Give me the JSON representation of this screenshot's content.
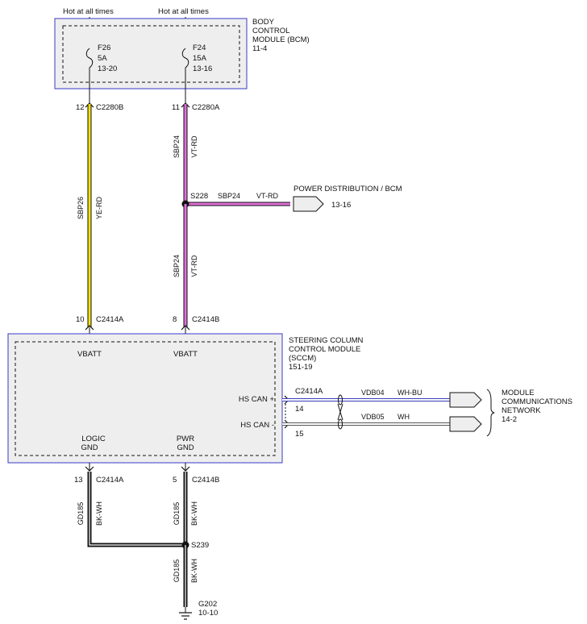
{
  "colors": {
    "frame_border": "#3a3ac8",
    "module_fill": "#eeeeee",
    "wire_yellow": "#f2e010",
    "wire_violet": "#e070d8",
    "wire_white": "#ffffff",
    "wire_black": "#111111",
    "wire_blue": "#3a3ab8"
  },
  "top_labels": [
    "Hot at all times",
    "Hot at all times"
  ],
  "bcm": {
    "name_lines": [
      "BODY",
      "CONTROL",
      "MODULE (BCM)",
      "11-4"
    ],
    "fuses": [
      {
        "id": "F26",
        "amps": "5A",
        "ref": "13-20"
      },
      {
        "id": "F24",
        "amps": "15A",
        "ref": "13-16"
      }
    ]
  },
  "connectors": {
    "bcm_left": {
      "pin": "12",
      "name": "C2280B"
    },
    "bcm_right": {
      "pin": "11",
      "name": "C2280A"
    },
    "sccm_left": {
      "pin": "10",
      "name": "C2414A"
    },
    "sccm_right": {
      "pin": "8",
      "name": "C2414B"
    },
    "gnd_left": {
      "pin": "13",
      "name": "C2414A"
    },
    "gnd_right": {
      "pin": "5",
      "name": "C2414B"
    },
    "can": {
      "name": "C2414A",
      "pin_plus": "14",
      "pin_minus": "15"
    }
  },
  "wires": {
    "sbp26": {
      "circuit": "SBP26",
      "color": "YE-RD"
    },
    "sbp24_upper": {
      "circuit": "SBP24",
      "color": "VT-RD"
    },
    "sbp24_branch": {
      "circuit": "SBP24",
      "color": "VT-RD"
    },
    "sbp24_lower": {
      "circuit": "SBP24",
      "color": "VT-RD"
    },
    "gd185_left": {
      "circuit": "GD185",
      "color": "BK-WH"
    },
    "gd185_right": {
      "circuit": "GD185",
      "color": "BK-WH"
    },
    "gd185_lower": {
      "circuit": "GD185",
      "color": "BK-WH"
    },
    "vdb04": {
      "circuit": "VDB04",
      "color": "WH-BU"
    },
    "vdb05": {
      "circuit": "VDB05",
      "color": "WH"
    }
  },
  "splices": {
    "s228": "S228",
    "s239": "S239"
  },
  "power_dist": {
    "label": "POWER DISTRIBUTION / BCM",
    "ref": "13-16"
  },
  "sccm": {
    "name_lines": [
      "STEERING COLUMN",
      "CONTROL MODULE",
      "(SCCM)",
      "151-19"
    ],
    "pins": {
      "vbatt_1": "VBATT",
      "vbatt_2": "VBATT",
      "logic_gnd": [
        "LOGIC",
        "GND"
      ],
      "pwr_gnd": [
        "PWR",
        "GND"
      ],
      "hs_can_plus": "HS CAN +",
      "hs_can_minus": "HS CAN -"
    }
  },
  "network": {
    "name_lines": [
      "MODULE",
      "COMMUNICATIONS",
      "NETWORK",
      "14-2"
    ]
  },
  "ground": {
    "id": "G202",
    "ref": "10-10"
  }
}
